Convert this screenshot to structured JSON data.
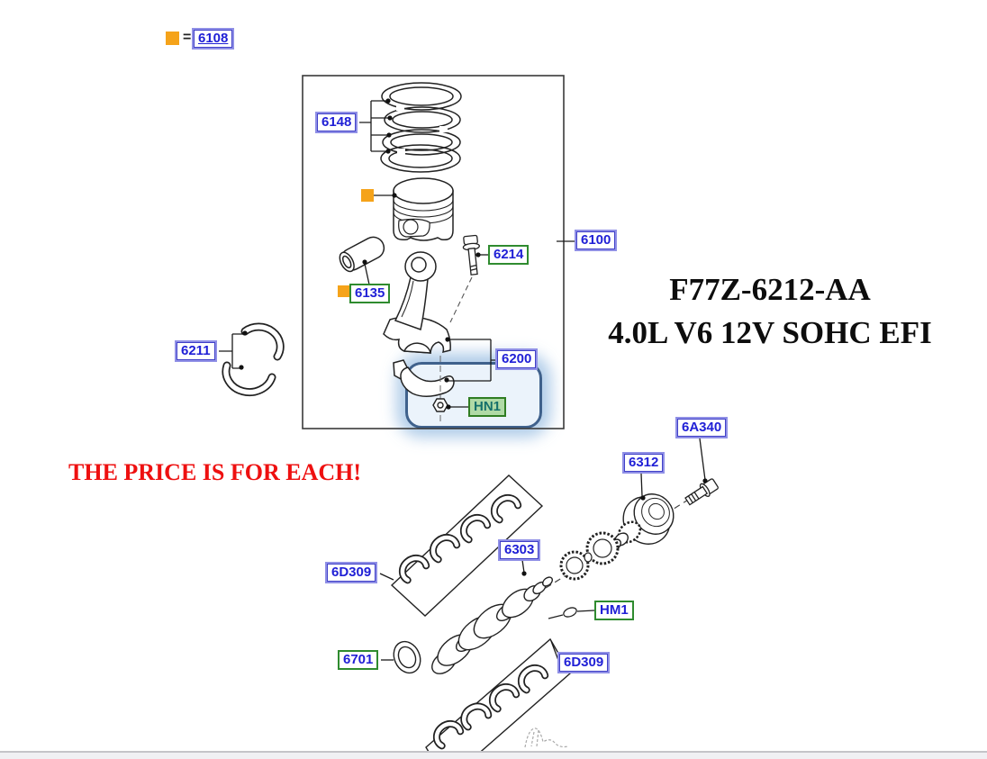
{
  "window": {
    "background": "#ffffff"
  },
  "legend": {
    "marker": "orange-square-icon",
    "equals_sign": "=",
    "part": "6108"
  },
  "title": {
    "line1": "F77Z-6212-AA",
    "line2": "4.0L V6 12V SOHC EFI"
  },
  "notice": {
    "text": "THE PRICE IS FOR EACH!"
  },
  "colors": {
    "label_text_blue": "#2020d6",
    "label_border_blue": "#9090e6",
    "label_border_green": "#2f8b2f",
    "hn1_fill_green": "#80c460",
    "orange_marker": "#f5a31a",
    "highlight_border": "#3f618c",
    "highlight_glow": "#9ec0e4",
    "notice_red": "#ee1010",
    "line_art": "#222222"
  },
  "labels": {
    "k6108": {
      "text": "6108",
      "style": "blue"
    },
    "k6148": {
      "text": "6148",
      "style": "blue"
    },
    "k6135": {
      "text": "6135",
      "style": "green"
    },
    "k6214": {
      "text": "6214",
      "style": "green"
    },
    "k6100": {
      "text": "6100",
      "style": "blue"
    },
    "k6211": {
      "text": "6211",
      "style": "blue"
    },
    "k6200": {
      "text": "6200",
      "style": "blue"
    },
    "hn1": {
      "text": "HN1",
      "style": "green-filled"
    },
    "k6a340": {
      "text": "6A340",
      "style": "blue"
    },
    "k6312": {
      "text": "6312",
      "style": "blue"
    },
    "k6303": {
      "text": "6303",
      "style": "blue"
    },
    "d309u": {
      "text": "6D309",
      "style": "blue"
    },
    "hm1": {
      "text": "HM1",
      "style": "green"
    },
    "k6701": {
      "text": "6701",
      "style": "green"
    },
    "d309l": {
      "text": "6D309",
      "style": "blue"
    }
  },
  "diagram": {
    "parts": [
      "piston-rings",
      "piston",
      "piston-pin",
      "rod-bolt",
      "connecting-rod",
      "rod-bearing-cap",
      "rod-nut",
      "rod-bearing-shells",
      "assembly-box",
      "crankshaft",
      "timing-gears",
      "crankshaft-sprocket",
      "sprocket-bolt",
      "woodruff-key",
      "rear-main-seal",
      "upper-bearing-tray",
      "lower-bearing-tray"
    ]
  }
}
